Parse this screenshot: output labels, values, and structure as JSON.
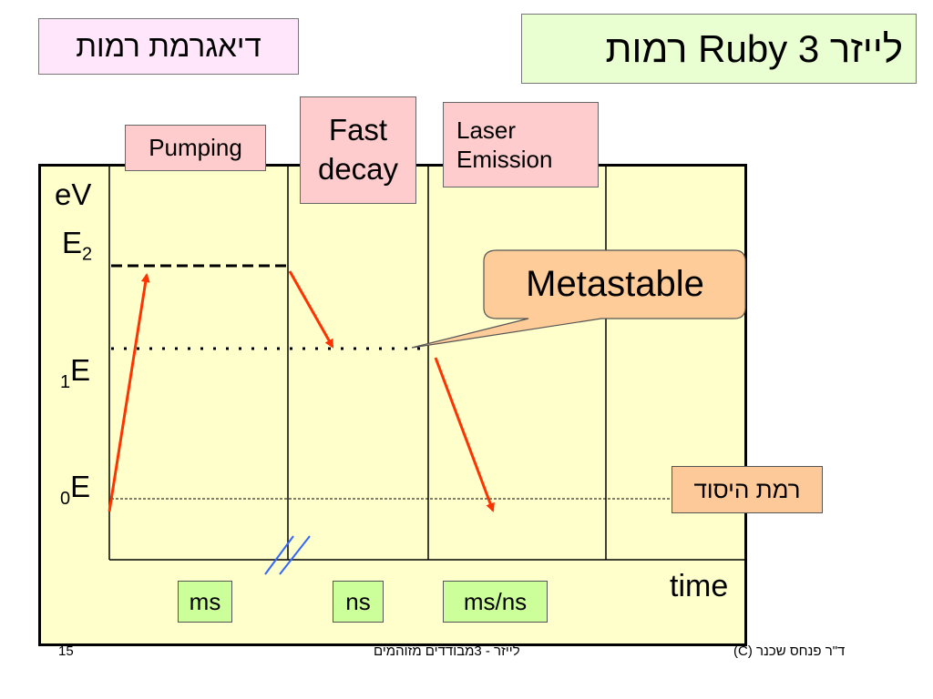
{
  "header": {
    "left_title": "דיאגרמת רמות",
    "right_title": "לייזר Ruby 3 רמות"
  },
  "phases": {
    "pumping": "Pumping",
    "fast_decay": [
      "Fast",
      "decay"
    ],
    "laser_emission": [
      "Laser",
      "Emission"
    ]
  },
  "axis": {
    "ylabel": "eV",
    "xlabel": "time"
  },
  "levels": {
    "e2": {
      "base": "E",
      "sub": "2"
    },
    "e1": {
      "pre": "1",
      "base": "E"
    },
    "e0": {
      "pre": "0",
      "base": "E"
    }
  },
  "callout": {
    "metastable": "Metastable"
  },
  "ground_level_label": "רמת היסוד",
  "time_labels": [
    "ms",
    "ns",
    "ms/ns"
  ],
  "footer": {
    "page_number": "15",
    "center": "לייזר - 3מבודדים מזוהמים",
    "right": "ד\"ר פנחס שכנר (C)"
  },
  "colors": {
    "arrow": "#ff3300",
    "panel_bg": "#ffffcc",
    "break_marks": "#3366ff"
  }
}
